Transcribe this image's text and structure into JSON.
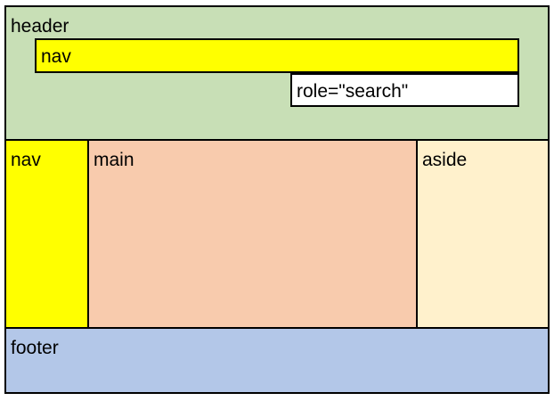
{
  "regions": {
    "header": {
      "label": "header",
      "color": "#c8dfb6"
    },
    "header_nav": {
      "label": "nav",
      "color": "#ffff00"
    },
    "search": {
      "label": "role=\"search\"",
      "color": "#ffffff"
    },
    "side_nav": {
      "label": "nav",
      "color": "#ffff00"
    },
    "main": {
      "label": "main",
      "color": "#f8cbad"
    },
    "aside": {
      "label": "aside",
      "color": "#fff1cc"
    },
    "footer": {
      "label": "footer",
      "color": "#b3c7e8"
    }
  }
}
